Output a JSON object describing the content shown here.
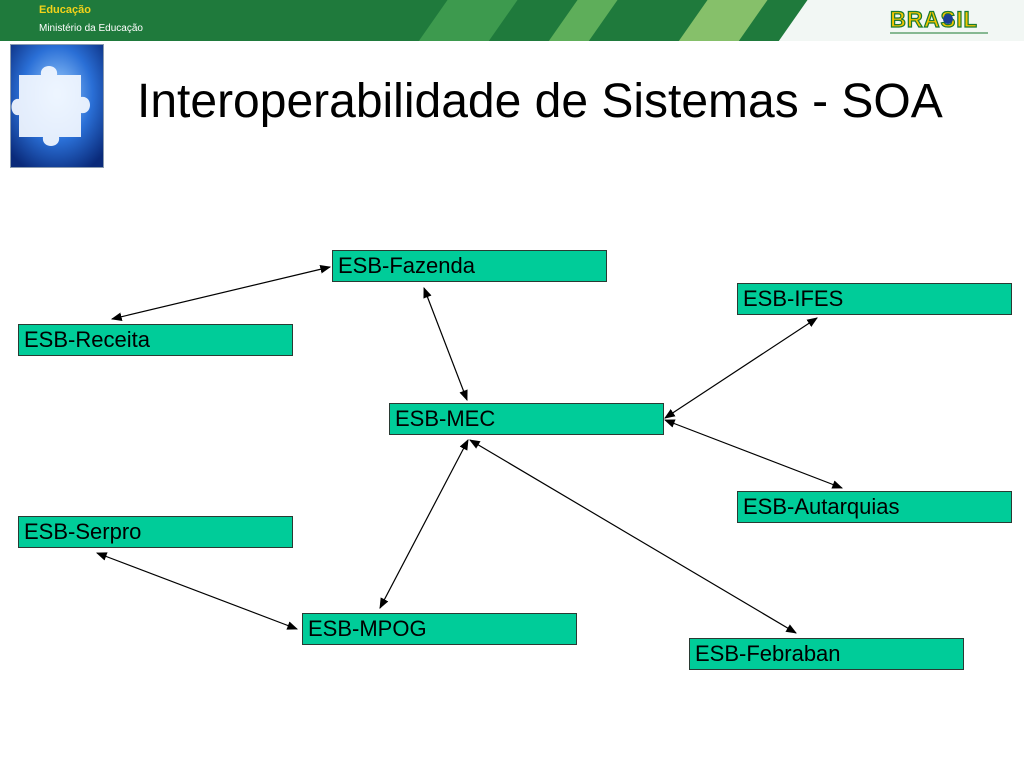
{
  "header": {
    "brand_title": "Educação",
    "brand_subtitle": "Ministério da Educação",
    "logo_text": "BRASIL"
  },
  "slide": {
    "title": "Interoperabilidade de Sistemas - SOA"
  },
  "diagram": {
    "nodes": {
      "fazenda": "ESB-Fazenda",
      "ifes": "ESB-IFES",
      "receita": "ESB-Receita",
      "mec": "ESB-MEC",
      "autarquias": "ESB-Autarquias",
      "serpro": "ESB-Serpro",
      "mpog": "ESB-MPOG",
      "febraban": "ESB-Febraban"
    },
    "connections": [
      {
        "from": "fazenda",
        "to": "receita",
        "bidirectional": true
      },
      {
        "from": "fazenda",
        "to": "mec",
        "bidirectional": true
      },
      {
        "from": "mec",
        "to": "ifes",
        "bidirectional": true
      },
      {
        "from": "mec",
        "to": "autarquias",
        "bidirectional": true
      },
      {
        "from": "mec",
        "to": "mpog",
        "bidirectional": true
      },
      {
        "from": "mec",
        "to": "febraban",
        "bidirectional": true
      },
      {
        "from": "serpro",
        "to": "mpog",
        "bidirectional": true
      }
    ]
  },
  "colors": {
    "node_fill": "#00cc99",
    "header_green": "#1f7a3c",
    "brand_yellow": "#f2d21a"
  }
}
